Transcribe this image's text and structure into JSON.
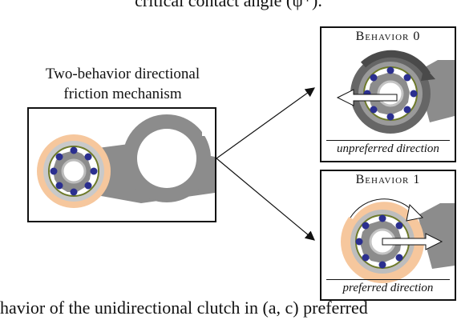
{
  "header_fragment": "critical contact angle (ψ*).",
  "footer_fragment": "havior of the unidirectional clutch in (a, c) preferred",
  "main": {
    "title_line1": "Two-behavior directional",
    "title_line2": "friction mechanism"
  },
  "behavior0": {
    "title": "Behavior 0",
    "caption": "unpreferred direction"
  },
  "behavior1": {
    "title": "Behavior 1",
    "caption": "preferred direction"
  },
  "colors": {
    "arm_gray": "#8c8c8c",
    "ring_orange": "#f6c79d",
    "ball_blue": "#2b2f8f",
    "cage_olive": "#6e7a2a"
  },
  "icons": [
    "arrow-right-icon",
    "arrow-left-icon",
    "rotation-arc-icon"
  ]
}
